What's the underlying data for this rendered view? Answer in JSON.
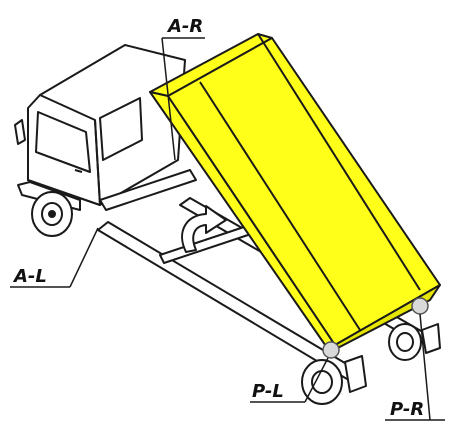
{
  "labels": {
    "front_right": "A-R",
    "front_left": "A-L",
    "rear_left": "P-L",
    "rear_right": "P-R"
  },
  "colors": {
    "body": "#ffff1a",
    "line": "#1a1a1a",
    "ball": "#d9d9d9"
  },
  "icons": {
    "tilt_direction": "curved-arrow-icon"
  }
}
